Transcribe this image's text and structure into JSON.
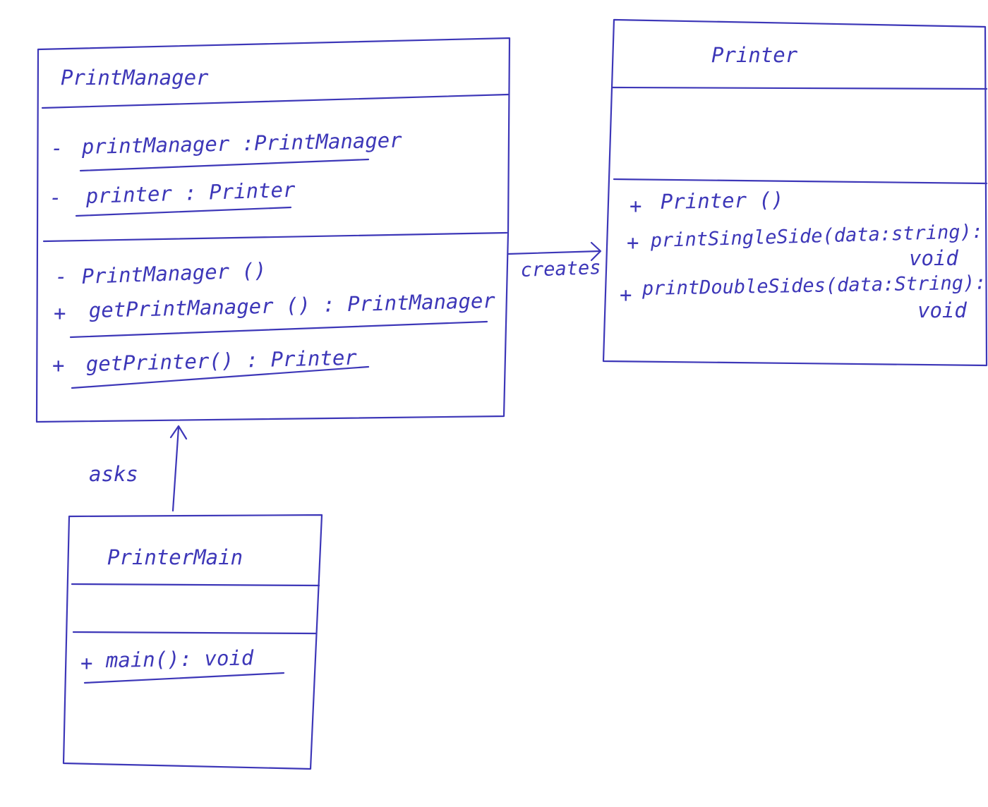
{
  "colors": {
    "ink": "#3d37b8",
    "paper": "#ffffff"
  },
  "classes": {
    "print_manager": {
      "name": "PrintManager",
      "attributes": [
        {
          "visibility": "-",
          "text": "printManager :PrintManager"
        },
        {
          "visibility": "-",
          "text": "printer : Printer"
        }
      ],
      "methods": [
        {
          "visibility": "-",
          "text": "PrintManager ()"
        },
        {
          "visibility": "+",
          "text": "getPrintManager () : PrintManager"
        },
        {
          "visibility": "+",
          "text": "getPrinter() : Printer"
        }
      ]
    },
    "printer": {
      "name": "Printer",
      "methods": [
        {
          "visibility": "+",
          "text": "Printer ()"
        },
        {
          "visibility": "+",
          "text": "printSingleSide(data:string):",
          "return": "void"
        },
        {
          "visibility": "+",
          "text": "printDoubleSides(data:String):",
          "return": "void"
        }
      ]
    },
    "printer_main": {
      "name": "PrinterMain",
      "methods": [
        {
          "visibility": "+",
          "text": "main(): void"
        }
      ]
    }
  },
  "relations": {
    "creates_label": "creates",
    "asks_label": "asks"
  }
}
